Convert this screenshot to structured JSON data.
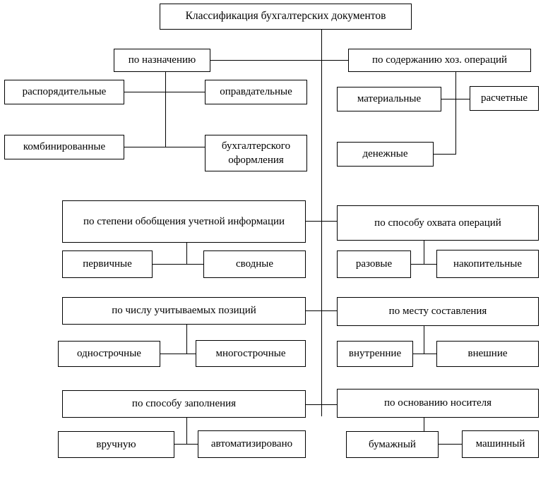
{
  "diagram": {
    "type": "hierarchical-classification-tree",
    "language": "ru",
    "title": "Классификация бухгалтерских документов",
    "colors": {
      "background": "#ffffff",
      "border": "#000000",
      "text": "#000000",
      "connector": "#000000"
    },
    "root": {
      "label": "Классификация бухгалтерских документов"
    },
    "branches": [
      {
        "id": "po-naznacheniyu",
        "header": "по назначению",
        "side": "left",
        "children": [
          {
            "id": "rasporyaditelnye",
            "label": "распорядительные"
          },
          {
            "id": "opravdatelnye",
            "label": "оправдательные"
          },
          {
            "id": "kombinirovannye",
            "label": "комбинированные"
          },
          {
            "id": "buhgalterskogo-oformleniya",
            "label": "бухгалтерского оформления"
          }
        ]
      },
      {
        "id": "po-soderzhaniyu",
        "header": "по содержанию  хоз. операций",
        "side": "right",
        "children": [
          {
            "id": "materialnye",
            "label": "материальные"
          },
          {
            "id": "raschetnye",
            "label": "расчетные"
          },
          {
            "id": "denezhnye",
            "label": "денежные"
          }
        ]
      },
      {
        "id": "po-stepeni-obobshcheniya",
        "header": "по степени обобщения учетной информации",
        "side": "left",
        "children": [
          {
            "id": "pervichnye",
            "label": "первичные"
          },
          {
            "id": "svodnye",
            "label": "сводные"
          }
        ]
      },
      {
        "id": "po-sposobu-ohvata",
        "header": "по способу охвата операций",
        "side": "right",
        "children": [
          {
            "id": "razovye",
            "label": "разовые"
          },
          {
            "id": "nakopitelnye",
            "label": "накопительные"
          }
        ]
      },
      {
        "id": "po-chislu-pozitsiy",
        "header": "по числу учитываемых позиций",
        "side": "left",
        "children": [
          {
            "id": "odnostrochnye",
            "label": "однострочные"
          },
          {
            "id": "mnogostrochnye",
            "label": "многострочные"
          }
        ]
      },
      {
        "id": "po-mestu-sostavleniya",
        "header": "по месту составления",
        "side": "right",
        "children": [
          {
            "id": "vnutrennie",
            "label": "внутренние"
          },
          {
            "id": "vneshnie",
            "label": "внешние"
          }
        ]
      },
      {
        "id": "po-sposobu-zapolneniya",
        "header": "по способу заполнения",
        "side": "left",
        "children": [
          {
            "id": "vruchnuyu",
            "label": "вручную"
          },
          {
            "id": "avtomatizirovano",
            "label": "автоматизировано"
          }
        ]
      },
      {
        "id": "po-osnovaniyu-nositelya",
        "header": "по основанию носителя",
        "side": "right",
        "children": [
          {
            "id": "bumazhnyy",
            "label": "бумажный"
          },
          {
            "id": "mashinnyy",
            "label": "машинный"
          }
        ]
      }
    ]
  }
}
